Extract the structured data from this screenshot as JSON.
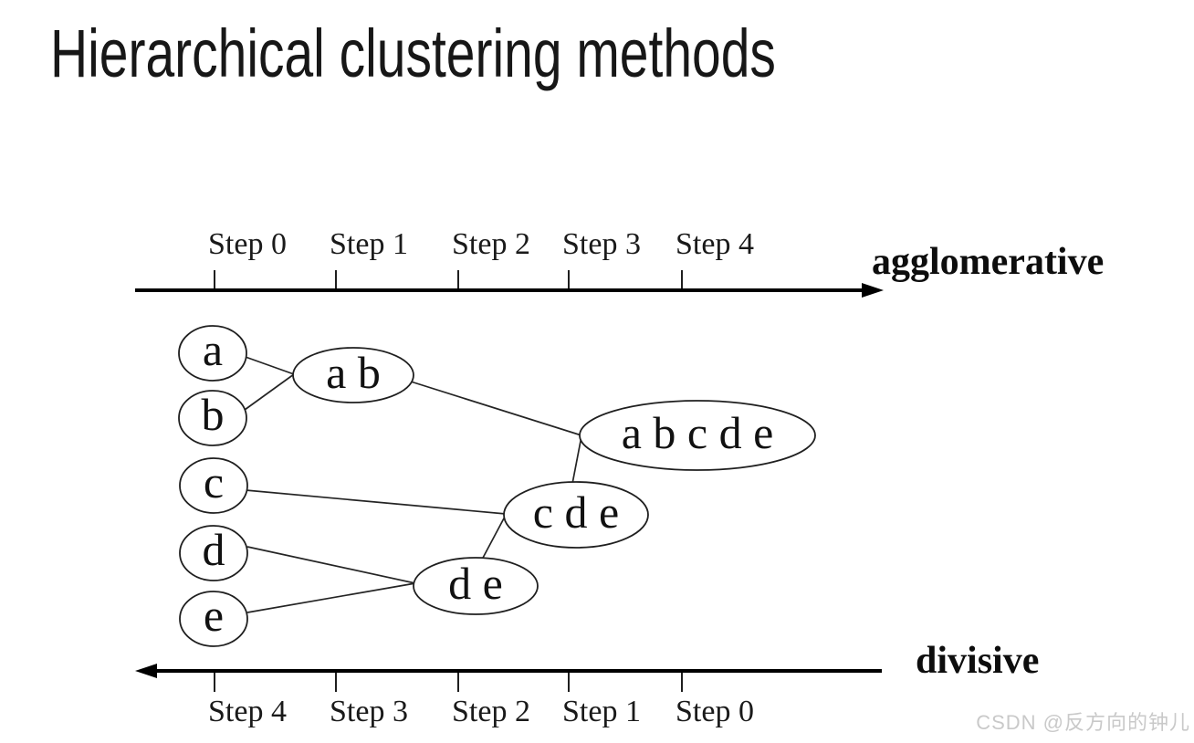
{
  "title": "Hierarchical clustering methods",
  "axes": {
    "top": {
      "label": "agglomerative",
      "steps": [
        "Step 0",
        "Step 1",
        "Step 2",
        "Step 3",
        "Step 4"
      ]
    },
    "bottom": {
      "label": "divisive",
      "steps": [
        "Step 4",
        "Step 3",
        "Step 2",
        "Step 1",
        "Step 0"
      ]
    }
  },
  "clusters": {
    "a": "a",
    "b": "b",
    "c": "c",
    "d": "d",
    "e": "e",
    "ab": "a b",
    "de": "d e",
    "cde": "c d e",
    "abcde": "a b c d e"
  },
  "watermark": "CSDN @反方向的钟儿",
  "colors": {
    "ink": "#1a1a1a",
    "watermark": "#c9c9c9"
  }
}
